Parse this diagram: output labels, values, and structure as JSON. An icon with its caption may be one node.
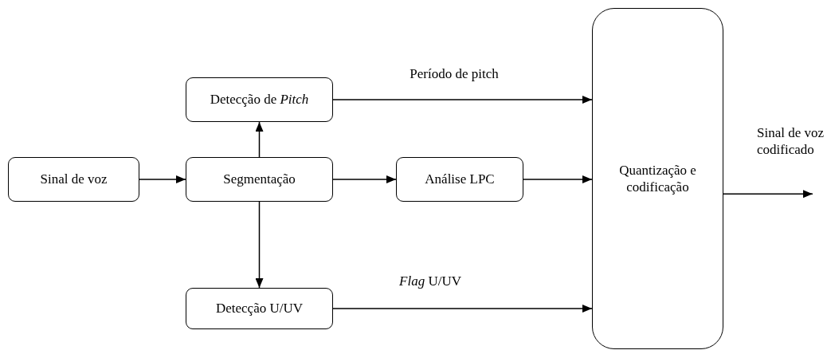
{
  "diagram": {
    "nodes": [
      {
        "text": [
          "Sinal de voz"
        ]
      },
      {
        "text": [
          "Segmentação"
        ]
      },
      {
        "text": [
          "Detecção de *Pitch*"
        ]
      },
      {
        "text": [
          "Análise LPC"
        ]
      },
      {
        "text": [
          "Detecção U/UV"
        ]
      },
      {
        "text": [
          "Quantização e codificação"
        ]
      }
    ],
    "edges": [
      {
        "from": 0,
        "to": 1,
        "arrow": "to"
      },
      {
        "from": 1,
        "to": 2,
        "arrow": "to"
      },
      {
        "from": 1,
        "to": 3,
        "arrow": "to"
      },
      {
        "from": 1,
        "to": 4,
        "arrow": "to"
      },
      {
        "from": 2,
        "to": 5,
        "arrow": "to",
        "label": "Período de pitch"
      },
      {
        "from": 3,
        "to": 5,
        "arrow": "to"
      },
      {
        "from": 4,
        "to": 5,
        "arrow": "to",
        "label": "*Flag* U/UV"
      },
      {
        "from": 5,
        "to": null,
        "arrow": "to",
        "label": "Sinal de voz codificado"
      }
    ]
  }
}
